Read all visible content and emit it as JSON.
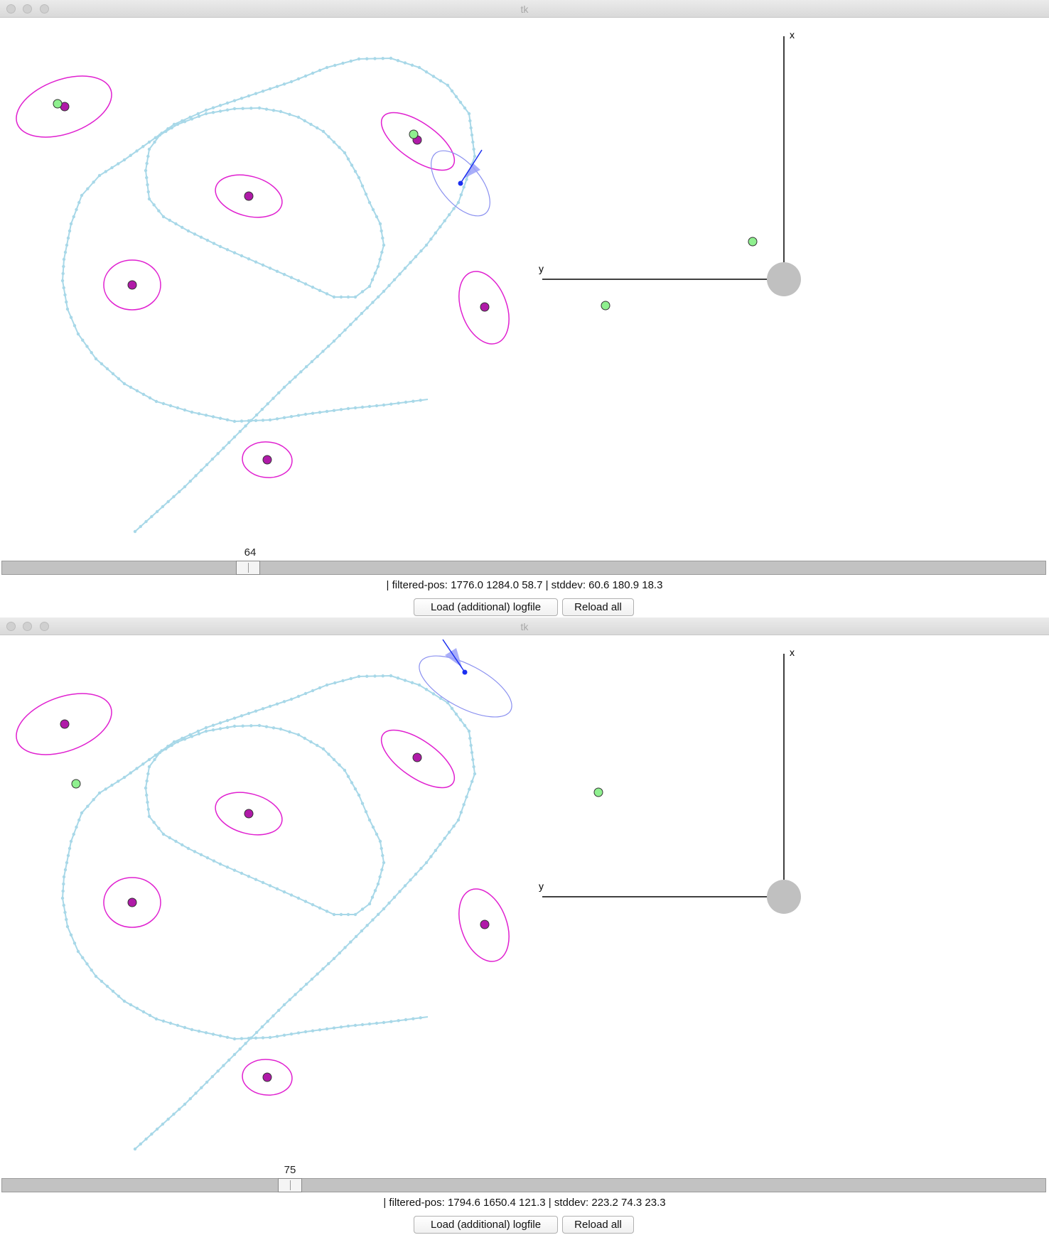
{
  "windows": [
    {
      "title": "tk",
      "slider_value": "64",
      "slider_fraction": 0.236,
      "status": "| filtered-pos: 1776.0 1284.0 58.7 | stddev: 60.6 180.9 18.3",
      "buttons": {
        "load": "Load (additional) logfile",
        "reload": "Reload all"
      },
      "axis_labels": {
        "x": "x",
        "y": "y"
      }
    },
    {
      "title": "tk",
      "slider_value": "75",
      "slider_fraction": 0.276,
      "status": "| filtered-pos: 1794.6 1650.4 121.3 | stddev: 223.2 74.3 23.3",
      "buttons": {
        "load": "Load (additional) logfile",
        "reload": "Reload all"
      },
      "axis_labels": {
        "x": "x",
        "y": "y"
      }
    }
  ],
  "colors": {
    "trajectory": "#a8d8e8",
    "landmark_ellipse": "#e020d0",
    "landmark_dot": "#b01aa8",
    "observation": "#8ff08f",
    "robot": "#1a2ef0",
    "robot_ellipse": "#8a90f0",
    "robot_origin": "#c0c0c0"
  }
}
